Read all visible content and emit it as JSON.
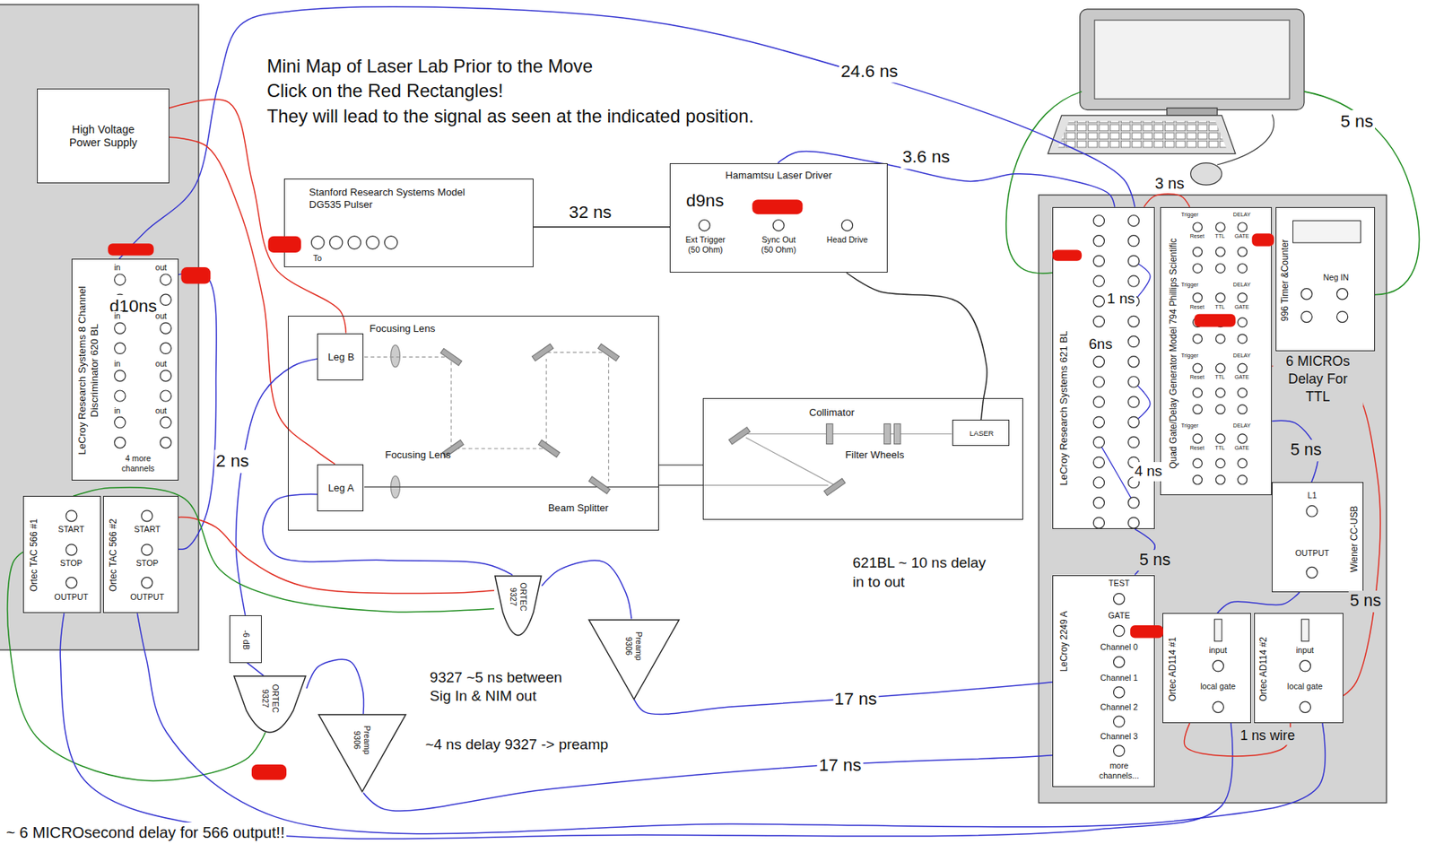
{
  "diagram": {
    "title": "Mini Map of Laser Lab Prior to the Move",
    "nodes": [
      {
        "text": [
          "High Voltage Power Supply"
        ]
      },
      {
        "text": [
          "LeCroy Research Systems 8 Channel Discriminator 620 BL",
          "4 more channels"
        ]
      },
      {
        "text": [
          "Ortec TAC 566 #1",
          "START",
          "STOP",
          "OUTPUT"
        ]
      },
      {
        "text": [
          "Ortec TAC 566 #2",
          "START",
          "STOP",
          "OUTPUT"
        ]
      },
      {
        "text": [
          "Stanford Research Systems Model DG535 Pulser",
          "To"
        ]
      },
      {
        "text": [
          "Hamamtsu Laser Driver",
          "Ext Trigger (50 Ohm)",
          "Sync Out (50 Ohm)",
          "Head Drive"
        ]
      },
      {
        "text": [
          "Focusing Lens",
          "Focusing Lens",
          "Beam Splitter"
        ]
      },
      {
        "text": [
          "Leg B"
        ],
        "in": 6
      },
      {
        "text": [
          "Leg A"
        ],
        "in": 6
      },
      {
        "text": [
          "Collimator",
          "Filter Wheels"
        ]
      },
      {
        "text": [
          "LASER"
        ],
        "in": 9
      },
      {
        "text": [
          "ORTEC 9327"
        ]
      },
      {
        "text": [
          "Preamp 9306"
        ]
      },
      {
        "text": [
          "-6 dB"
        ]
      },
      {
        "text": [
          "ORTEC 9327"
        ]
      },
      {
        "text": [
          "Preamp 9306"
        ]
      },
      {
        "text": [
          "LeCroy Research Systems 621 BL"
        ]
      },
      {
        "text": [
          "Quad Gate/Delay Generator Model 794 Phillips Scientific"
        ]
      },
      {
        "text": [
          "996 Timer &Counter",
          "Neg IN"
        ]
      },
      {
        "text": [
          "L1",
          "OUTPUT",
          "Wiener CC-USB"
        ]
      },
      {
        "text": [
          "LeCroy 2249 A",
          "TEST",
          "GATE",
          "Channel 0",
          "Channel 1",
          "Channel 2",
          "Channel 3",
          "more channels..."
        ]
      },
      {
        "text": [
          "Ortec AD114 #1",
          "input",
          "local gate"
        ]
      },
      {
        "text": [
          "Ortec AD114 #2",
          "input",
          "local gate"
        ]
      }
    ],
    "edges": [
      {
        "from": 4,
        "to": 5,
        "label": "32 ns",
        "arrow": "none"
      },
      {
        "from": 5,
        "to": 16,
        "label": "3.6 ns",
        "arrow": "none"
      },
      {
        "from": 5,
        "to": 10,
        "arrow": "none"
      },
      {
        "from": 1,
        "to": 16,
        "label": "24.6 ns",
        "arrow": "none"
      },
      {
        "from": 0,
        "to": 7,
        "arrow": "none"
      },
      {
        "from": 0,
        "to": 8,
        "arrow": "none"
      },
      {
        "from": 7,
        "to": 13,
        "label": "2 ns",
        "arrow": "none"
      },
      {
        "from": 13,
        "to": 14,
        "arrow": "none"
      },
      {
        "from": 8,
        "to": 11,
        "arrow": "none"
      },
      {
        "from": 11,
        "to": 12,
        "arrow": "none"
      },
      {
        "from": 12,
        "to": 20,
        "label": "17 ns",
        "arrow": "none"
      },
      {
        "from": 14,
        "to": 15,
        "arrow": "none"
      },
      {
        "from": 15,
        "to": 20,
        "label": "17 ns",
        "arrow": "none"
      },
      {
        "from": 1,
        "to": 3,
        "arrow": "none"
      },
      {
        "from": 14,
        "to": 2,
        "arrow": "none"
      },
      {
        "from": 11,
        "to": 3,
        "arrow": "none"
      },
      {
        "from": 11,
        "to": 2,
        "arrow": "none"
      },
      {
        "from": 2,
        "to": 21,
        "arrow": "none"
      },
      {
        "from": 3,
        "to": 22,
        "arrow": "none"
      },
      {
        "from": 16,
        "to": 20,
        "label": "5 ns",
        "arrow": "none"
      },
      {
        "from": 17,
        "to": 19,
        "label": "5 ns",
        "arrow": "none"
      },
      {
        "from": 17,
        "to": 22,
        "label": "5 ns",
        "arrow": "none"
      },
      {
        "from": 21,
        "to": 22,
        "label": "1 ns wire",
        "arrow": "none"
      },
      {
        "from": 16,
        "to": 17,
        "label": "3 ns",
        "arrow": "none"
      },
      {
        "from": 19,
        "to": 21,
        "arrow": "none"
      }
    ],
    "labels": [
      "Click on the Red Rectangles!",
      "They will lead to the signal as seen at the indicated position.",
      "d9ns",
      "d10ns",
      "621BL ~ 10 ns delay in to out",
      "9327 ~5 ns between Sig In & NIM out",
      "~4 ns delay 9327 -> preamp",
      "~ 6 MICROsecond delay for 566 output!!",
      "5 ns",
      "1 ns",
      "6ns",
      "4 ns",
      "6 MICROs Delay For TTL",
      "in",
      "out",
      "in",
      "out",
      "in",
      "out",
      "in",
      "out",
      "Trigger",
      "DELAY",
      "Reset",
      "TTL",
      "GATE",
      "Trigger",
      "DELAY",
      "Reset",
      "TTL",
      "GATE",
      "Trigger",
      "DELAY",
      "Reset",
      "TTL",
      "GATE",
      "Trigger",
      "DELAY",
      "Reset",
      "TTL",
      "GATE"
    ]
  }
}
